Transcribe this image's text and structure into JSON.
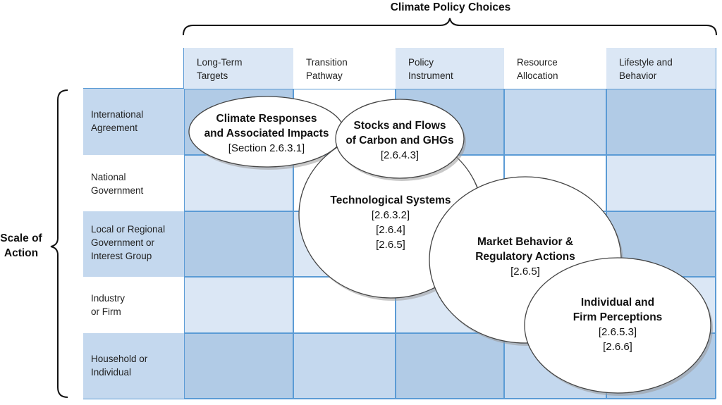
{
  "header_title": "Climate Policy Choices",
  "axis_label": [
    "Scale of",
    "Action"
  ],
  "columns": [
    [
      "Long-Term",
      "Targets"
    ],
    [
      "Transition",
      "Pathway"
    ],
    [
      "Policy",
      "Instrument"
    ],
    [
      "Resource",
      "Allocation"
    ],
    [
      "Lifestyle and",
      "Behavior"
    ]
  ],
  "rows": [
    [
      "International",
      "Agreement"
    ],
    [
      "National",
      "Government"
    ],
    [
      "Local or Regional",
      "Government or",
      "Interest Group"
    ],
    [
      "Industry",
      "or Firm"
    ],
    [
      "Household or",
      "Individual"
    ]
  ],
  "colors": {
    "light": "#dbe7f5",
    "mid": "#c4d8ee",
    "dark": "#b1cbe6",
    "white": "#ffffff",
    "grid": "#5b9bd5"
  },
  "cell_shades": [
    [
      "dark",
      "white",
      "dark",
      "mid",
      "dark"
    ],
    [
      "light",
      "white",
      "white",
      "white",
      "light"
    ],
    [
      "dark",
      "light",
      "dark",
      "white",
      "dark"
    ],
    [
      "light",
      "white",
      "light",
      "white",
      "light"
    ],
    [
      "dark",
      "mid",
      "dark",
      "mid",
      "dark"
    ]
  ],
  "column_header_shades": [
    "light",
    "white",
    "light",
    "white",
    "light"
  ],
  "row_header_shades": [
    "mid",
    "white",
    "mid",
    "white",
    "mid"
  ],
  "bubbles": [
    {
      "id": "climate-responses",
      "bold": [
        "Climate Responses",
        "and Associated Impacts"
      ],
      "refs": [
        "[Section 2.6.3.1]"
      ]
    },
    {
      "id": "technological-systems",
      "bold": [
        "Technological Systems"
      ],
      "refs": [
        "[2.6.3.2]",
        "[2.6.4]",
        "[2.6.5]"
      ]
    },
    {
      "id": "stocks-flows",
      "bold": [
        "Stocks and Flows",
        "of Carbon and GHGs"
      ],
      "refs": [
        "[2.6.4.3]"
      ]
    },
    {
      "id": "market-behavior",
      "bold": [
        "Market Behavior &",
        "Regulatory Actions"
      ],
      "refs": [
        "[2.6.5]"
      ]
    },
    {
      "id": "individual-perceptions",
      "bold": [
        "Individual and",
        "Firm Perceptions"
      ],
      "refs": [
        "[2.6.5.3]",
        "[2.6.6]"
      ]
    }
  ]
}
